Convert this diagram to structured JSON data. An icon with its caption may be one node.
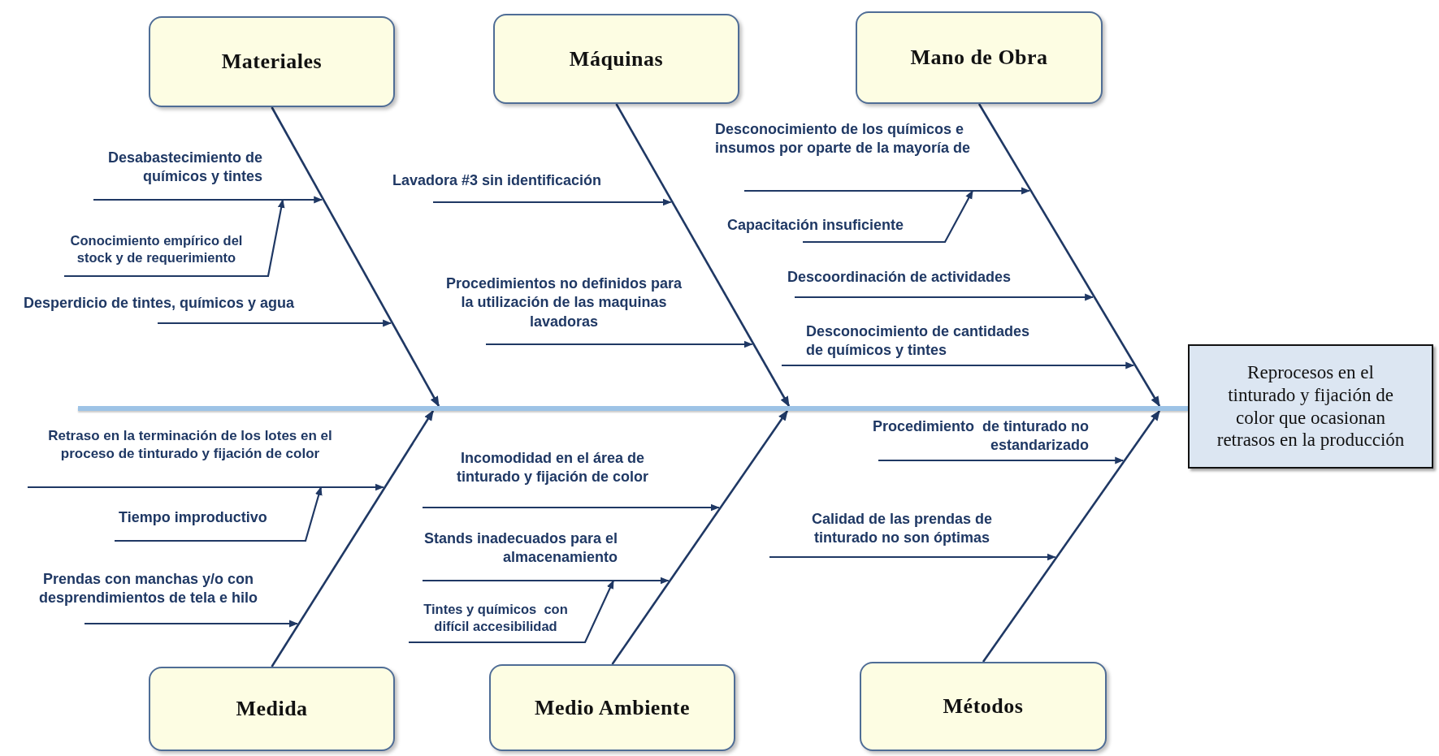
{
  "diagram": {
    "nodes": [
      {
        "text": [
          "Materiales"
        ]
      },
      {
        "text": [
          "Máquinas"
        ]
      },
      {
        "text": [
          "Mano de Obra"
        ]
      },
      {
        "text": [
          "Medida"
        ]
      },
      {
        "text": [
          "Medio Ambiente"
        ]
      },
      {
        "text": [
          "Métodos"
        ]
      },
      {
        "text": [
          "Reprocesos en el tinturado y fijación de color que ocasionan retrasos en la producción"
        ]
      },
      {
        "text": [
          "Desabastecimiento de químicos y tintes"
        ]
      },
      {
        "text": [
          "Conocimiento empírico del stock y de requerimiento"
        ]
      },
      {
        "text": [
          "Desperdicio de tintes, químicos y agua"
        ]
      },
      {
        "text": [
          "Lavadora #3 sin identificación"
        ]
      },
      {
        "text": [
          "Procedimientos no definidos para la utilización de las maquinas lavadoras"
        ]
      },
      {
        "text": [
          "Desconocimiento de los químicos e insumos por oparte de la mayoría de"
        ]
      },
      {
        "text": [
          "Capacitación insuficiente"
        ]
      },
      {
        "text": [
          "Descoordinación de actividades"
        ]
      },
      {
        "text": [
          "Desconocimiento de cantidades de químicos y tintes"
        ]
      },
      {
        "text": [
          "Retraso en la terminación de los lotes en el proceso de tinturado y fijación de color"
        ]
      },
      {
        "text": [
          "Tiempo improductivo"
        ]
      },
      {
        "text": [
          "Prendas con manchas y/o con desprendimientos de tela e hilo"
        ]
      },
      {
        "text": [
          "Incomodidad en el área de tinturado y fijación de color"
        ]
      },
      {
        "text": [
          "Stands inadecuados para el almacenamiento"
        ]
      },
      {
        "text": [
          "Tintes y químicos  con difícil accesibilidad"
        ]
      },
      {
        "text": [
          "Procedimiento  de tinturado no estandarizado"
        ]
      },
      {
        "text": [
          "Calidad de las prendas de tinturado no son óptimas"
        ]
      },
      {
        "text": [],
        "shape": "bar"
      }
    ],
    "edges": [
      {
        "from": 0,
        "to": 24,
        "arrow": "to"
      },
      {
        "from": 1,
        "to": 24,
        "arrow": "to"
      },
      {
        "from": 2,
        "to": 24,
        "arrow": "to"
      },
      {
        "from": 3,
        "to": 24,
        "arrow": "to"
      },
      {
        "from": 4,
        "to": 24,
        "arrow": "to"
      },
      {
        "from": 5,
        "to": 24,
        "arrow": "to"
      },
      {
        "from": 7,
        "to": null,
        "arrow": "to"
      },
      {
        "from": 8,
        "to": 7,
        "arrow": "to"
      },
      {
        "from": 9,
        "to": null,
        "arrow": "to"
      },
      {
        "from": 10,
        "to": null,
        "arrow": "to"
      },
      {
        "from": 11,
        "to": null,
        "arrow": "to"
      },
      {
        "from": 12,
        "to": null,
        "arrow": "to"
      },
      {
        "from": 13,
        "to": 12,
        "arrow": "to"
      },
      {
        "from": 14,
        "to": null,
        "arrow": "to"
      },
      {
        "from": 15,
        "to": null,
        "arrow": "to"
      },
      {
        "from": 16,
        "to": null,
        "arrow": "to"
      },
      {
        "from": 17,
        "to": 16,
        "arrow": "to"
      },
      {
        "from": 18,
        "to": null,
        "arrow": "to"
      },
      {
        "from": 19,
        "to": null,
        "arrow": "to"
      },
      {
        "from": 20,
        "to": null,
        "arrow": "to"
      },
      {
        "from": 21,
        "to": 20,
        "arrow": "to"
      },
      {
        "from": 22,
        "to": null,
        "arrow": "to"
      },
      {
        "from": 23,
        "to": null,
        "arrow": "to"
      }
    ]
  }
}
